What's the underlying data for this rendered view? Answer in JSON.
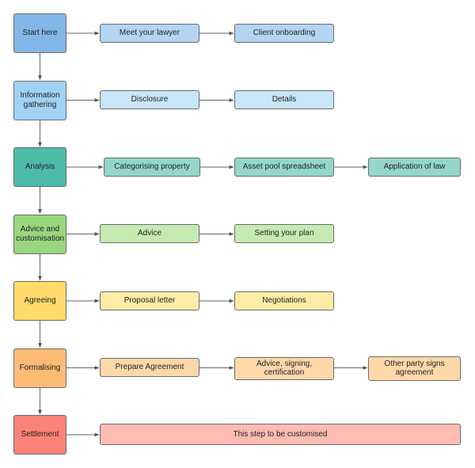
{
  "stages": [
    {
      "label": "Start here",
      "color": "#82B6E6",
      "steps": [
        {
          "label": "Meet your lawyer",
          "color": "#B3D4F2"
        },
        {
          "label": "Client onboarding",
          "color": "#B3D4F2"
        }
      ]
    },
    {
      "label": "Information\ngathering",
      "color": "#9FD2F4",
      "steps": [
        {
          "label": "Disclosure",
          "color": "#C7E6F8"
        },
        {
          "label": "Details",
          "color": "#C7E6F8"
        }
      ]
    },
    {
      "label": "Analysis",
      "color": "#4DBBA7",
      "steps": [
        {
          "label": "Categorising property",
          "color": "#93D7CA"
        },
        {
          "label": "Asset pool spreadsheet",
          "color": "#93D7CA"
        },
        {
          "label": "Application of law",
          "color": "#93D7CA"
        }
      ]
    },
    {
      "label": "Advice and\ncustomisation",
      "color": "#98D77E",
      "steps": [
        {
          "label": "Advice",
          "color": "#C6EBB1"
        },
        {
          "label": "Setting your plan",
          "color": "#C6EBB1"
        }
      ]
    },
    {
      "label": "Agreeing",
      "color": "#FEDB6B",
      "steps": [
        {
          "label": "Proposal letter",
          "color": "#FEECA6"
        },
        {
          "label": "Negotiations",
          "color": "#FEECA6"
        }
      ]
    },
    {
      "label": "Formalising",
      "color": "#FDBB76",
      "steps": [
        {
          "label": "Prepare Agreement",
          "color": "#FFD8AA"
        },
        {
          "label": "Advice, signing, certification",
          "color": "#FFD8AA"
        },
        {
          "label": "Other party signs\nagreement",
          "color": "#FFD8AA"
        }
      ]
    },
    {
      "label": "Settlement",
      "color": "#FC8377",
      "steps": [
        {
          "label": "This step to be customised",
          "color": "#FFBCB3"
        }
      ]
    }
  ]
}
